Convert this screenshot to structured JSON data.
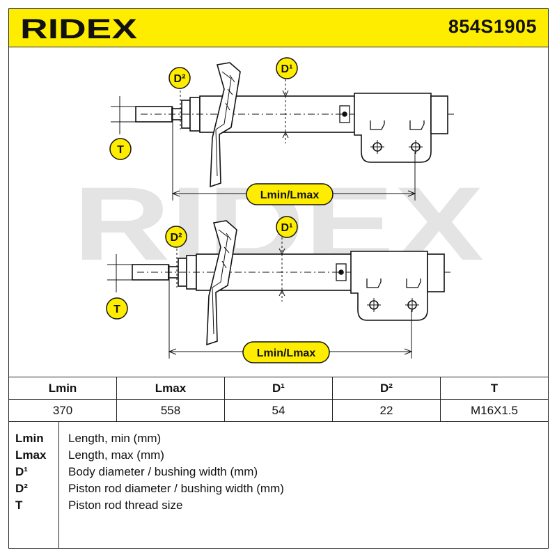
{
  "header": {
    "brand": "RIDEX",
    "part_number": "854S1905",
    "bg_color": "#FFED00"
  },
  "watermark": {
    "text": "RIDEX"
  },
  "diagram": {
    "labels": {
      "d1": "D¹",
      "d2": "D²",
      "t": "T",
      "length": "Lmin/Lmax"
    },
    "label_color": "#FFED00"
  },
  "table": {
    "headers": [
      "Lmin",
      "Lmax",
      "D¹",
      "D²",
      "T"
    ],
    "values": [
      "370",
      "558",
      "54",
      "22",
      "M16X1.5"
    ]
  },
  "legend": [
    {
      "key": "Lmin",
      "desc": "Length, min (mm)"
    },
    {
      "key": "Lmax",
      "desc": "Length, max (mm)"
    },
    {
      "key": "D¹",
      "desc": "Body diameter / bushing width (mm)"
    },
    {
      "key": "D²",
      "desc": "Piston rod diameter / bushing width (mm)"
    },
    {
      "key": "T",
      "desc": "Piston rod thread size"
    }
  ]
}
